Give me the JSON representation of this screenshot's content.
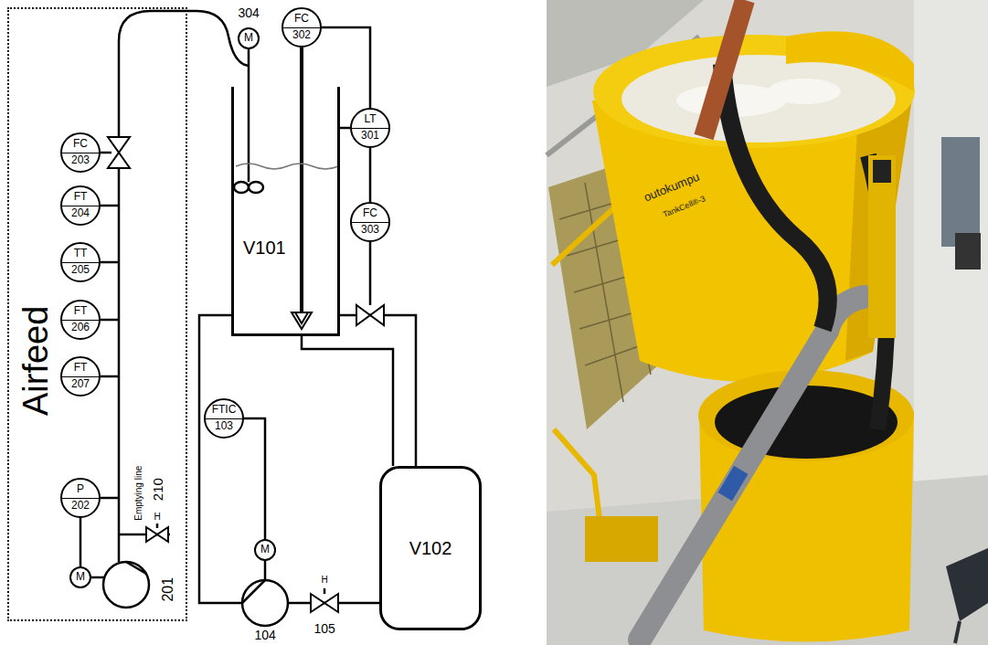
{
  "diagram": {
    "nodes": [
      {
        "text": [
          "Airfeed"
        ]
      },
      {
        "text": [
          "FC",
          "203"
        ],
        "in": 0
      },
      {
        "text": [
          "FT",
          "204"
        ],
        "in": 0
      },
      {
        "text": [
          "TT",
          "205"
        ],
        "in": 0
      },
      {
        "text": [
          "FT",
          "206"
        ],
        "in": 0
      },
      {
        "text": [
          "FT",
          "207"
        ],
        "in": 0
      },
      {
        "text": [
          "P",
          "202"
        ],
        "in": 0
      },
      {
        "text": [
          "M"
        ],
        "in": 0
      },
      {
        "text": [
          "M"
        ]
      },
      {
        "text": [
          "FC",
          "302"
        ]
      },
      {
        "text": [
          "LT",
          "301"
        ]
      },
      {
        "text": [
          "FC",
          "303"
        ]
      },
      {
        "text": [
          "V101"
        ]
      },
      {
        "text": [
          "V102"
        ]
      },
      {
        "text": [
          "FTIC",
          "103"
        ]
      },
      {
        "text": [
          "M"
        ]
      }
    ],
    "edges": [
      {
        "from": 6,
        "to": 7,
        "arrow": "none"
      },
      {
        "from": 9,
        "to": 10,
        "arrow": "none"
      },
      {
        "from": 10,
        "to": 11,
        "arrow": "none"
      },
      {
        "from": 12,
        "to": 13,
        "arrow": "none"
      },
      {
        "from": 12,
        "to": 13,
        "arrow": "none"
      },
      {
        "from": 14,
        "to": 15,
        "arrow": "none"
      }
    ],
    "labels": [
      "304",
      "201",
      "Emptying line",
      "210",
      "H",
      "104",
      "105",
      "H",
      "outokumpu",
      "TankCell®-3"
    ]
  }
}
